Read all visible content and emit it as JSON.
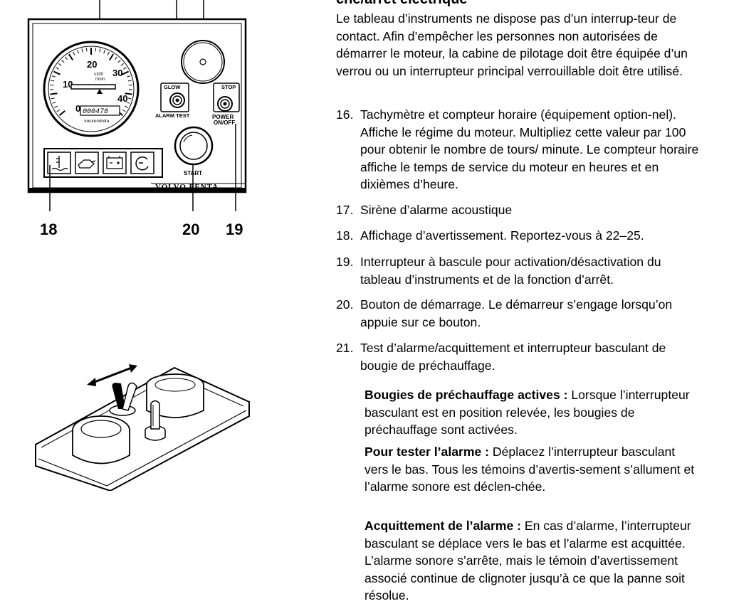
{
  "figure1": {
    "callouts": [
      "18",
      "20",
      "19"
    ],
    "dial_numbers": [
      "0",
      "10",
      "20",
      "30",
      "40"
    ],
    "dial_unit": [
      "x100",
      "r/min"
    ],
    "hour_counter": "000478",
    "dial_brand": "VOLVO PENTA",
    "labels": {
      "glow": "GLOW",
      "alarm_test": "ALARM TEST",
      "stop": "STOP",
      "power": "POWER",
      "on_off": "ON/OFF",
      "start": "START",
      "brand": "VOLVO PENTA"
    }
  },
  "text": {
    "heading": "che/arrêt électrique",
    "intro": "Le tableau d’instruments ne dispose pas d’un interrup-teur de contact. Afin d’empêcher les personnes non autorisées de démarrer le moteur, la cabine de pilotage doit être équipée d’un verrou ou un interrupteur principal verrouillable doit être utilisé.",
    "items": [
      {
        "num": "16.",
        "text": "Tachymètre et compteur horaire (équipement option-nel). Affiche le régime du moteur. Multipliez cette valeur par 100 pour obtenir le nombre de tours/ minute. Le compteur horaire affiche le temps de service du moteur en heures et en dixièmes d’heure."
      },
      {
        "num": "17.",
        "text": "Sirène d’alarme acoustique"
      },
      {
        "num": "18.",
        "text": "Affichage d’avertissement. Reportez-vous à 22–25."
      },
      {
        "num": "19.",
        "text": "Interrupteur à bascule pour activation/désactivation du tableau d’instruments et de la fonction d’arrêt."
      },
      {
        "num": "20.",
        "text": "Bouton de démarrage. Le démarreur s’engage lorsqu’on appuie sur ce bouton."
      },
      {
        "num": "21.",
        "text": "Test d’alarme/acquittement et interrupteur basculant de bougie de préchauffage."
      }
    ],
    "subs": [
      {
        "title": "Bougies de préchauffage actives :",
        "text": " Lorsque l’interrupteur basculant est en position relevée, les bougies de préchauffage sont activées."
      },
      {
        "title": "Pour tester l’alarme :",
        "text": " Déplacez l’interrupteur basculant vers le bas. Tous les témoins d’avertis-sement s’allument et l’alarme sonore est déclen-chée."
      },
      {
        "title": "Acquittement de l’alarme :",
        "text": " En cas d’alarme, l’interrupteur basculant se déplace vers le bas et l’alarme est acquittée. L’alarme sonore s’arrête, mais le témoin d’avertissement associé continue de clignoter jusqu’à ce que la panne soit résolue."
      }
    ]
  }
}
